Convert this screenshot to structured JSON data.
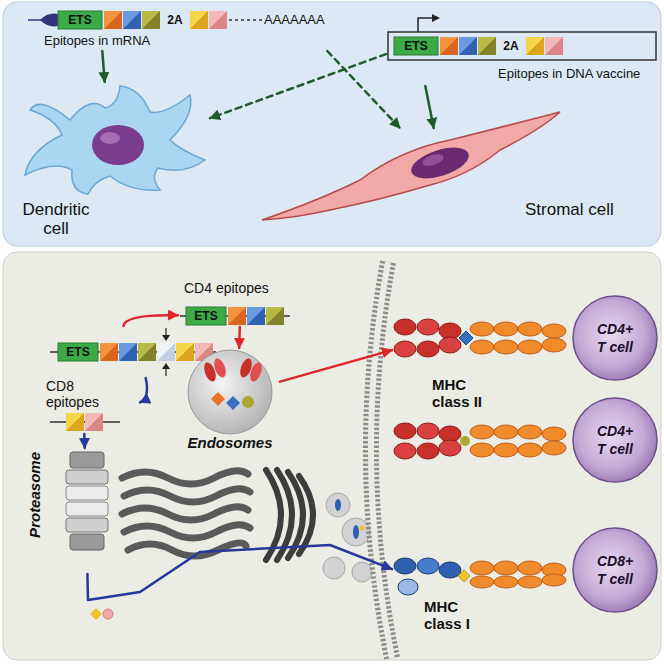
{
  "diagram": {
    "nodes": [
      {
        "text": [
          "ETS",
          "2A",
          "AAAAAAA",
          "Epitopes in mRNA"
        ]
      },
      {
        "text": [
          "ETS",
          "2A",
          "Epitopes in DNA vaccine"
        ]
      },
      {
        "text": [
          "Dendritic cell"
        ]
      },
      {
        "text": [
          "Stromal cell"
        ]
      },
      {
        "text": [
          "ETS"
        ]
      },
      {
        "text": [
          "CD4 epitopes",
          "ETS"
        ]
      },
      {
        "text": [
          "CD8 epitopes"
        ]
      },
      {
        "text": [
          "Endosomes"
        ]
      },
      {
        "text": [
          "Proteasome"
        ]
      },
      {
        "text": [
          "MHC class II"
        ]
      },
      {
        "text": [
          "MHC class I"
        ]
      },
      {
        "text": [
          "CD4+ T cell"
        ]
      },
      {
        "text": [
          "CD4+ T cell"
        ]
      },
      {
        "text": [
          "CD8+ T cell"
        ]
      }
    ],
    "edges": [
      {
        "from": 0,
        "to": 2,
        "arrow": "to"
      },
      {
        "from": 0,
        "to": 3,
        "arrow": "to"
      },
      {
        "from": 1,
        "to": 2,
        "arrow": "to"
      },
      {
        "from": 1,
        "to": 3,
        "arrow": "to"
      },
      {
        "from": 4,
        "to": 5,
        "arrow": "to"
      },
      {
        "from": 4,
        "to": 6,
        "arrow": "to"
      },
      {
        "from": 5,
        "to": 7,
        "arrow": "to"
      },
      {
        "from": 7,
        "to": 9,
        "arrow": "to"
      },
      {
        "from": 6,
        "to": 8,
        "arrow": "to"
      },
      {
        "from": 8,
        "to": 10,
        "arrow": "to"
      }
    ]
  }
}
